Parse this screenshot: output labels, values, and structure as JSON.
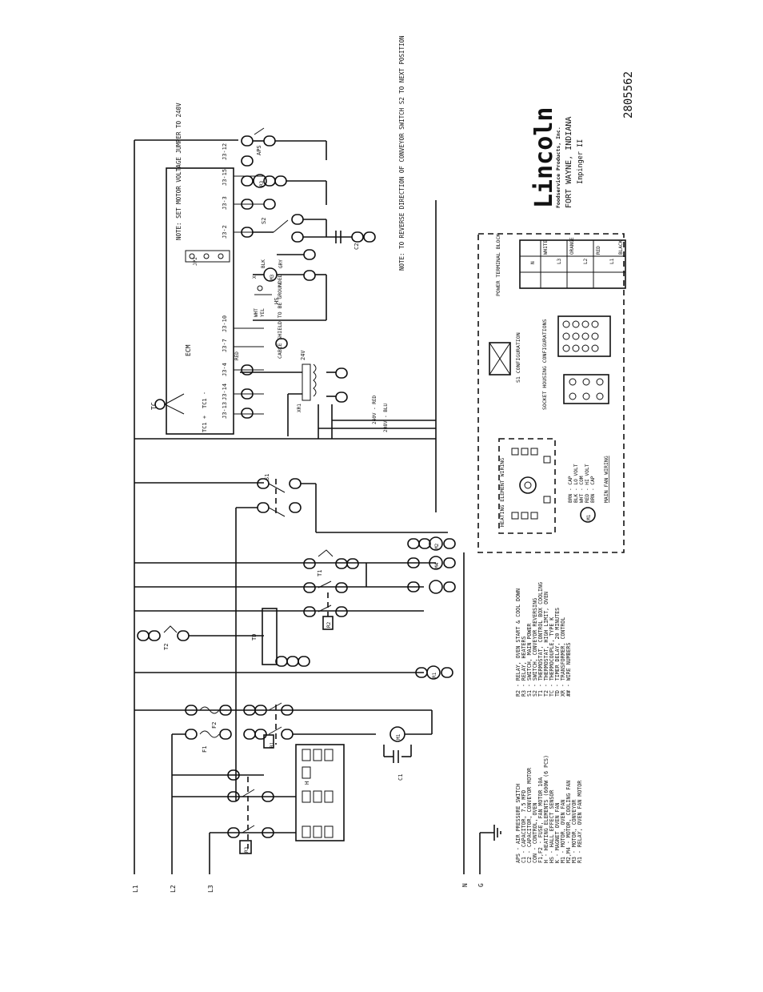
{
  "drawing_number": "2805562",
  "brand": {
    "logo": "Lincoln",
    "company": "Foodservice Products, Inc.",
    "city": "FORT WAYNE, INDIANA",
    "model": "Impinger II"
  },
  "lines": [
    "L1",
    "L2",
    "L3",
    "N",
    "G"
  ],
  "components": {
    "ecm": "ECM",
    "tc": "TC",
    "tc1_pos": "TC1 +",
    "tc1_neg": "TC1 -",
    "j3_13": "J3-13",
    "j3_14": "J3-14",
    "j3_4": "J3-4",
    "j3_7": "J3-7",
    "j3_10": "J3-10",
    "j3_2": "J3-2",
    "j3_3": "J3-3",
    "j3_15": "J3-15",
    "j3_12": "J3-12",
    "jp2": "JP2",
    "v240": "240V",
    "v208": "208",
    "zero": "0",
    "aps": "APS",
    "r3": "R3",
    "s1": "S1",
    "s2": "S2",
    "m2": "M2",
    "m3": "M3",
    "m4": "M4",
    "r1": "R1",
    "r2": "R2",
    "t1": "T1",
    "t2": "T2",
    "td": "TD",
    "f1": "F1",
    "f2": "F2",
    "h": "H",
    "c1": "C1",
    "c2": "C2",
    "m1": "M1",
    "xr": "XR",
    "xr1": "XR1",
    "hs": "HS",
    "x": "X",
    "v24": "24V",
    "blk": "BLK",
    "wht": "WHT",
    "yel": "YEL",
    "red": "RED",
    "gry": "GRY",
    "brn": "BRN",
    "cable_shield": "CABLE SHIELD TO BE GROUNDED",
    "v240_red": "240V - RED",
    "v208_blu": "208V - BLU"
  },
  "notes": {
    "motor_voltage": "NOTE: SET MOTOR VOLTAGE JUMPER TO 240V",
    "conveyor_direction": "NOTE: TO REVERSE DIRECTION OF CONVEYOR SWITCH S2 TO NEXT POSITION"
  },
  "legend_left": [
    "APS - AIR PRESSURE SWITCH",
    "C1 - CAPACITOR, 7.5 MFD",
    "C2 - CAPACITOR, CONVEYOR MOTOR",
    "CON - CONTROL, OVEN",
    "F1,F2 - FUSE, FAN MOTOR 10A",
    "H - HEATING ELEMENTS (600W (6 PCS)",
    "HS - HALL EFFECT SENSOR",
    "K - MAGNET OVEN FAN",
    "M1 - MOTOR, OVEN FAN",
    "M2,M4 - MOTOR, COOLING FAN",
    "M3 - MOTOR, CONVEYOR",
    "R1 - RELAY, OVEN FAN MOTOR"
  ],
  "legend_right": [
    "R2 - RELAY, OVEN START & COOL DOWN",
    "R3 - RELAY, HEATERS",
    "S1 - SWITCH, MAIN POWER",
    "S2 - SWITCH, CONVEYOR REVERSING",
    "T1 - THERMOSTAT, CONTROL BOX COOLING",
    "T2 - THERMOSTAT, HIGH LIMIT, OVEN",
    "TC - THERMOCOUPLE, TYPE K",
    "TD - TIMER DELAY, 20 MINUTES",
    "XR - TRANSFORMER, CONTROL",
    "## - WIRE NUMBERS"
  ],
  "inset": {
    "heating_element_wiring": "HEATING ELEMENT WIRING",
    "main_fan_wiring": "MAIN FAN WIRING",
    "fan_legend": [
      "BRN - CAP",
      "BLK - LO VOLT",
      "WHT - COM",
      "RED - HI VOLT",
      "BRN - CAP"
    ],
    "s1_configuration": "S1 CONFIGURATION",
    "socket_housing": "SOCKET HOUSING CONFIGURATIONS",
    "power_terminal_block": "POWER TERMINAL BLOCK",
    "terminal_rows": [
      {
        "terminal": "N",
        "color": "WHITE"
      },
      {
        "terminal": "L3",
        "color": "ORANGE"
      },
      {
        "terminal": "L2",
        "color": "RED"
      },
      {
        "terminal": "L1",
        "color": "BLACK"
      }
    ]
  }
}
